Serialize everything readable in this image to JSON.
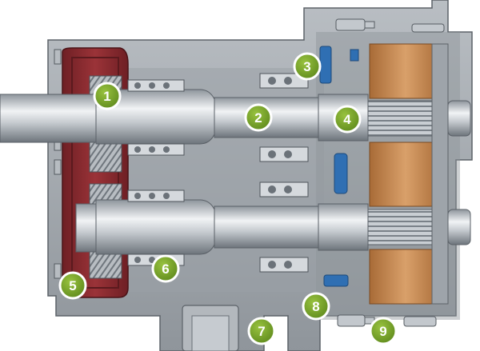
{
  "colors": {
    "housing": "#a9aeb4",
    "housing_dark": "#6f767e",
    "gear_red": "#8a2a2e",
    "copper": "#c98a4f",
    "shaft": "#c9ced4",
    "seal_blue": "#2f6fb3",
    "badge_green": "#7aa52a",
    "badge_ring": "#ffffff"
  },
  "callouts": [
    {
      "id": "1",
      "label": "1"
    },
    {
      "id": "2",
      "label": "2"
    },
    {
      "id": "3",
      "label": "3"
    },
    {
      "id": "4",
      "label": "4"
    },
    {
      "id": "5",
      "label": "5"
    },
    {
      "id": "6",
      "label": "6"
    },
    {
      "id": "7",
      "label": "7"
    },
    {
      "id": "8",
      "label": "8"
    },
    {
      "id": "9",
      "label": "9"
    }
  ]
}
